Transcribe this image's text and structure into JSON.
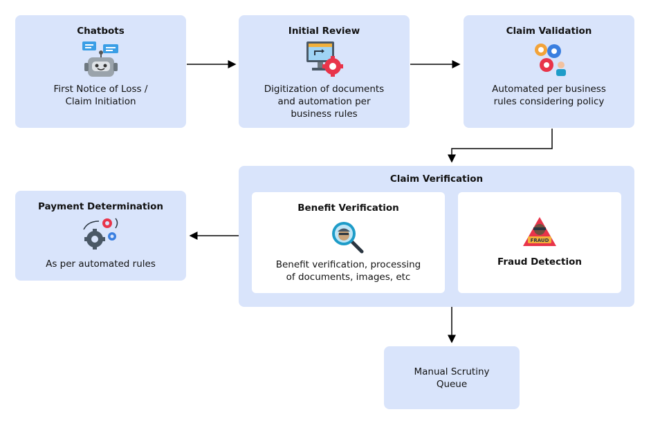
{
  "nodes": {
    "chatbots": {
      "title": "Chatbots",
      "desc_line1": "First Notice of Loss /",
      "desc_line2": "Claim Initiation"
    },
    "initial_review": {
      "title": "Initial Review",
      "desc_line1": "Digitization of documents",
      "desc_line2": "and automation per",
      "desc_line3": "business rules"
    },
    "claim_validation": {
      "title": "Claim Validation",
      "desc_line1": "Automated per business",
      "desc_line2": "rules considering policy"
    },
    "claim_verification": {
      "title": "Claim Verification"
    },
    "benefit_verification": {
      "title": "Benefit Verification",
      "desc_line1": "Benefit verification, processing",
      "desc_line2": "of documents, images, etc"
    },
    "fraud_detection": {
      "title": "Fraud Detection",
      "badge": "FRAUD"
    },
    "payment_determination": {
      "title": "Payment Determination",
      "desc_line1": "As per automated rules"
    },
    "manual_scrutiny": {
      "desc_line1": "Manual Scrutiny",
      "desc_line2": "Queue"
    }
  },
  "colors": {
    "box": "#d9e4fb",
    "inner": "#ffffff",
    "arrow": "#000000"
  }
}
